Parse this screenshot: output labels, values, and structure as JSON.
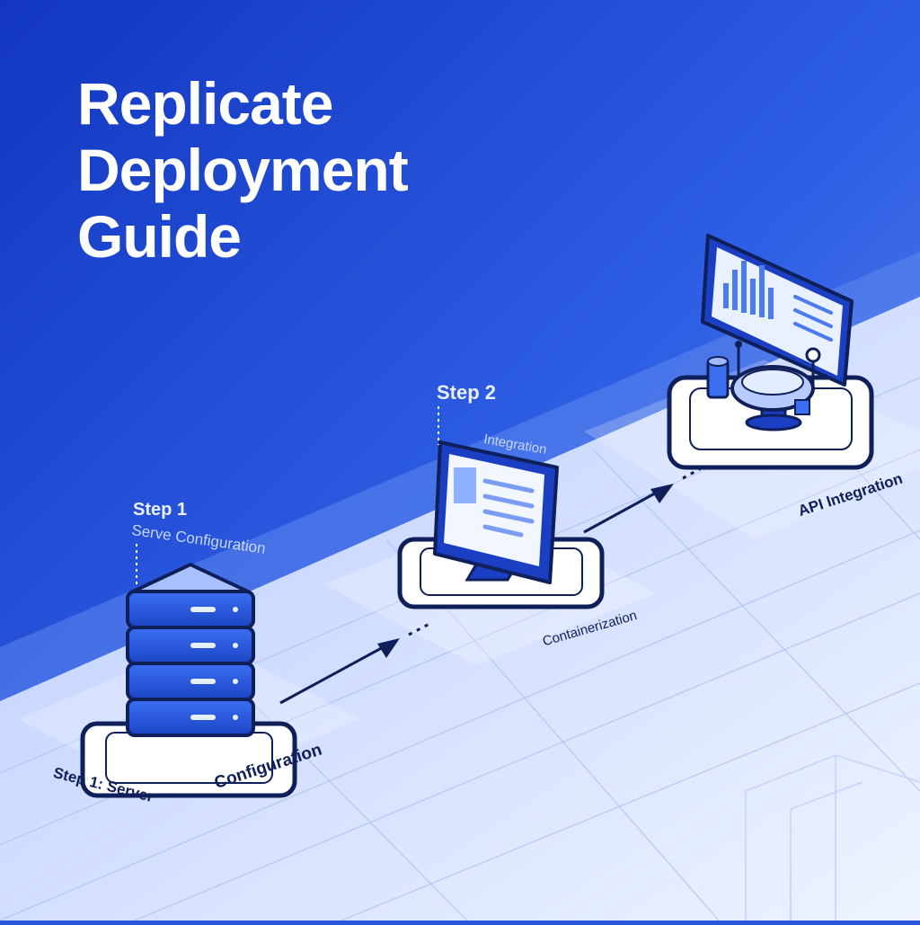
{
  "title": {
    "line1": "Replicate",
    "line2": "Deployment",
    "line3": "Guide"
  },
  "steps": [
    {
      "icon": "server-rack-icon",
      "heading": "Step 1",
      "subheading": "Serve Configuration",
      "caption_left": "Step 1: Server",
      "caption_right": "Configuration"
    },
    {
      "icon": "desktop-monitor-icon",
      "heading": "Step 2",
      "subheading": "Integration",
      "caption": "Containerization"
    },
    {
      "icon": "dashboard-robot-icon",
      "caption": "API Integration"
    }
  ],
  "colors": {
    "background_top": "#1437c4",
    "background_mid": "#2f62e6",
    "floor": "#dce7ff",
    "accent": "#1b3fc2",
    "outline": "#0e1f5a"
  }
}
